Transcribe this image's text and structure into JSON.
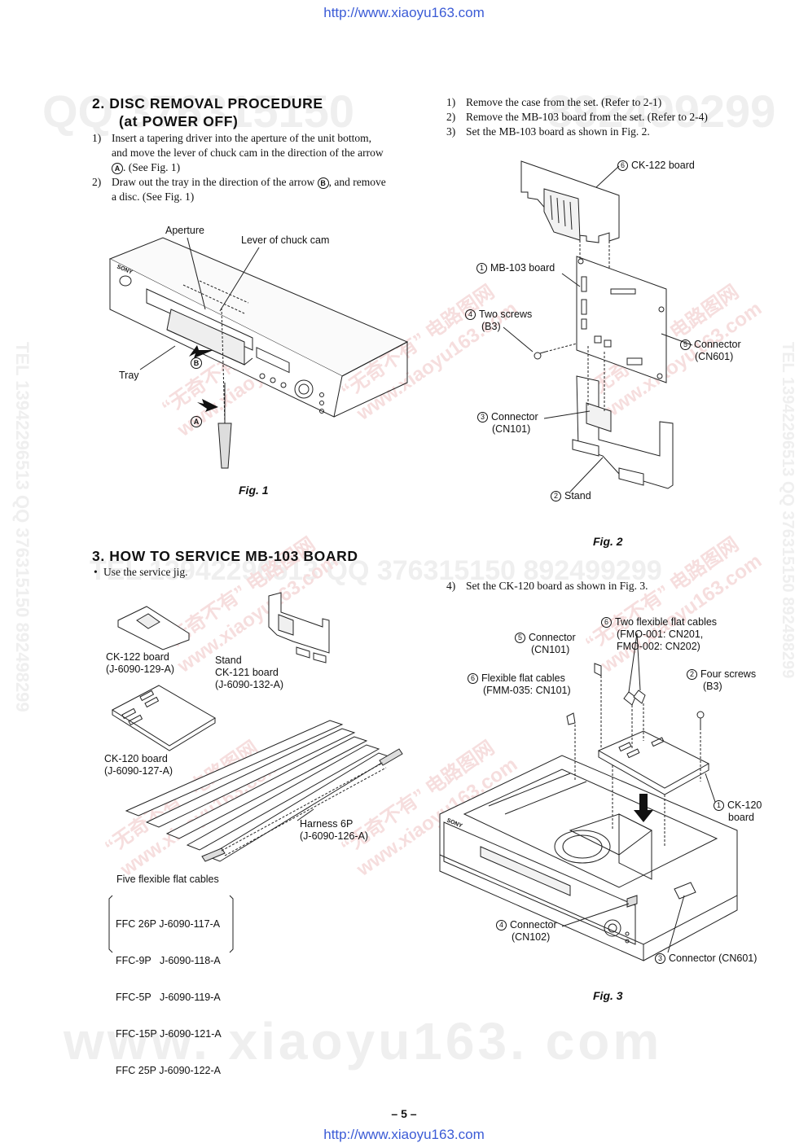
{
  "header_url": "http://www.xiaoyu163.com",
  "footer_url": "http://www.xiaoyu163.com",
  "page_number": "– 5 –",
  "watermarks": {
    "top_left": "QQ 376315150",
    "top_right": "892499299",
    "mid": "TEL 13942296513   QQ 376315150   892499299",
    "bottom": "www. xiaoyu163. com",
    "side": "TEL 13942296513 QQ 376315150 892498299",
    "stamp_cn": "“无奇不有” 电路图网",
    "stamp_url": "www.xiaoyu163.com"
  },
  "section2": {
    "heading_line1": "2.   DISC  REMOVAL  PROCEDURE",
    "heading_line2": "(at  POWER  OFF)",
    "steps": [
      {
        "num": "1)",
        "lines": [
          "Insert a tapering driver into the aperture of the unit bottom,",
          "and move the lever of chuck cam in the direction of the arrow",
          ". (See Fig. 1)"
        ],
        "marker": "A"
      },
      {
        "num": "2)",
        "lines": [
          "Draw out the tray in the direction of the arrow ",
          ", and remove",
          "a disc. (See Fig. 1)"
        ],
        "marker": "B"
      }
    ],
    "fig1": {
      "labels": {
        "aperture": "Aperture",
        "lever": "Lever of chuck cam",
        "tray": "Tray",
        "arrow_a": "A",
        "arrow_b": "B"
      },
      "caption": "Fig. 1"
    }
  },
  "right_steps": [
    {
      "num": "1)",
      "text": "Remove the case from the set. (Refer to 2-1)"
    },
    {
      "num": "2)",
      "text": "Remove the MB-103 board from the set. (Refer to 2-4)"
    },
    {
      "num": "3)",
      "text": "Set the MB-103 board as shown in Fig. 2."
    }
  ],
  "fig2": {
    "labels": [
      {
        "n": "6",
        "lines": [
          "CK-122 board"
        ]
      },
      {
        "n": "1",
        "lines": [
          "MB-103 board"
        ]
      },
      {
        "n": "4",
        "lines": [
          "Two screws",
          "(B3)"
        ]
      },
      {
        "n": "5",
        "lines": [
          "Connector",
          "(CN601)"
        ]
      },
      {
        "n": "3",
        "lines": [
          "Connector",
          "(CN101)"
        ]
      },
      {
        "n": "2",
        "lines": [
          "Stand"
        ]
      }
    ],
    "caption": "Fig. 2"
  },
  "step4": {
    "num": "4)",
    "text": "Set the CK-120 board as shown in Fig. 3."
  },
  "section3": {
    "heading": "3.   HOW  TO  SERVICE  MB-103  BOARD",
    "bullet": "Use the service jig.",
    "parts": {
      "ck122": [
        "CK-122 board",
        "(J-6090-129-A)"
      ],
      "stand": [
        "Stand",
        "CK-121 board",
        "(J-6090-132-A)"
      ],
      "ck120": [
        "CK-120 board",
        "(J-6090-127-A)"
      ],
      "harness": [
        "Harness 6P",
        "(J-6090-126-A)"
      ],
      "ffc_title": "Five flexible flat cables",
      "ffc_list": [
        "FFC 26P J-6090-117-A",
        "FFC-9P   J-6090-118-A",
        "FFC-5P   J-6090-119-A",
        "FFC-15P J-6090-121-A",
        "FFC 25P J-6090-122-A"
      ]
    }
  },
  "fig3": {
    "labels": [
      {
        "n": "5",
        "lines": [
          "Connector",
          "(CN101)"
        ]
      },
      {
        "n": "6",
        "lines": [
          "Two flexible flat cables",
          "(FMO-001: CN201,",
          "FMO-002: CN202)"
        ]
      },
      {
        "n": "6",
        "lines": [
          "Flexible flat cables",
          "(FMM-035: CN101)"
        ]
      },
      {
        "n": "2",
        "lines": [
          "Four screws",
          "(B3)"
        ]
      },
      {
        "n": "1",
        "lines": [
          "CK-120",
          "board"
        ]
      },
      {
        "n": "4",
        "lines": [
          "Connector",
          "(CN102)"
        ]
      },
      {
        "n": "3",
        "lines": [
          "Connector (CN601)"
        ]
      }
    ],
    "caption": "Fig. 3"
  },
  "brand": "SONY"
}
